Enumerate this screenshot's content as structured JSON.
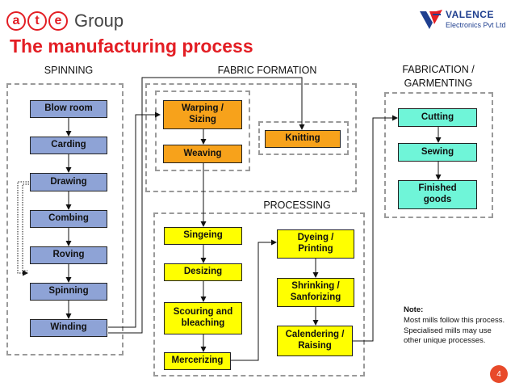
{
  "header": {
    "logo_left_letters": [
      "a",
      "t",
      "e"
    ],
    "logo_left_text": "Group",
    "logo_right_name": "VALENCE",
    "logo_right_sub": "Electronics Pvt Ltd",
    "title": "The manufacturing process"
  },
  "sections": {
    "spinning": "SPINNING",
    "fabric_formation": "FABRIC FORMATION",
    "fabrication": "FABRICATION /\nGARMENTING",
    "processing": "PROCESSING"
  },
  "nodes": {
    "blow_room": "Blow room",
    "carding": "Carding",
    "drawing": "Drawing",
    "combing": "Combing",
    "roving": "Roving",
    "spinning": "Spinning",
    "winding": "Winding",
    "warping": "Warping /\nSizing",
    "weaving": "Weaving",
    "knitting": "Knitting",
    "singeing": "Singeing",
    "desizing": "Desizing",
    "scouring": "Scouring and\nbleaching",
    "mercerizing": "Mercerizing",
    "dyeing": "Dyeing /\nPrinting",
    "shrinking": "Shrinking /\nSanforizing",
    "calendering": "Calendering /\nRaising",
    "cutting": "Cutting",
    "sewing": "Sewing",
    "finished": "Finished\ngoods"
  },
  "note": {
    "heading": "Note:",
    "body": "Most mills follow this process. Specialised mills may use other unique processes."
  },
  "page_number": "4",
  "colors": {
    "title": "#e31e24",
    "spinning_box": "#8ea3d6",
    "fabric_box": "#f7a21b",
    "processing_box": "#ffff00",
    "garment_box": "#6ff5d8"
  }
}
